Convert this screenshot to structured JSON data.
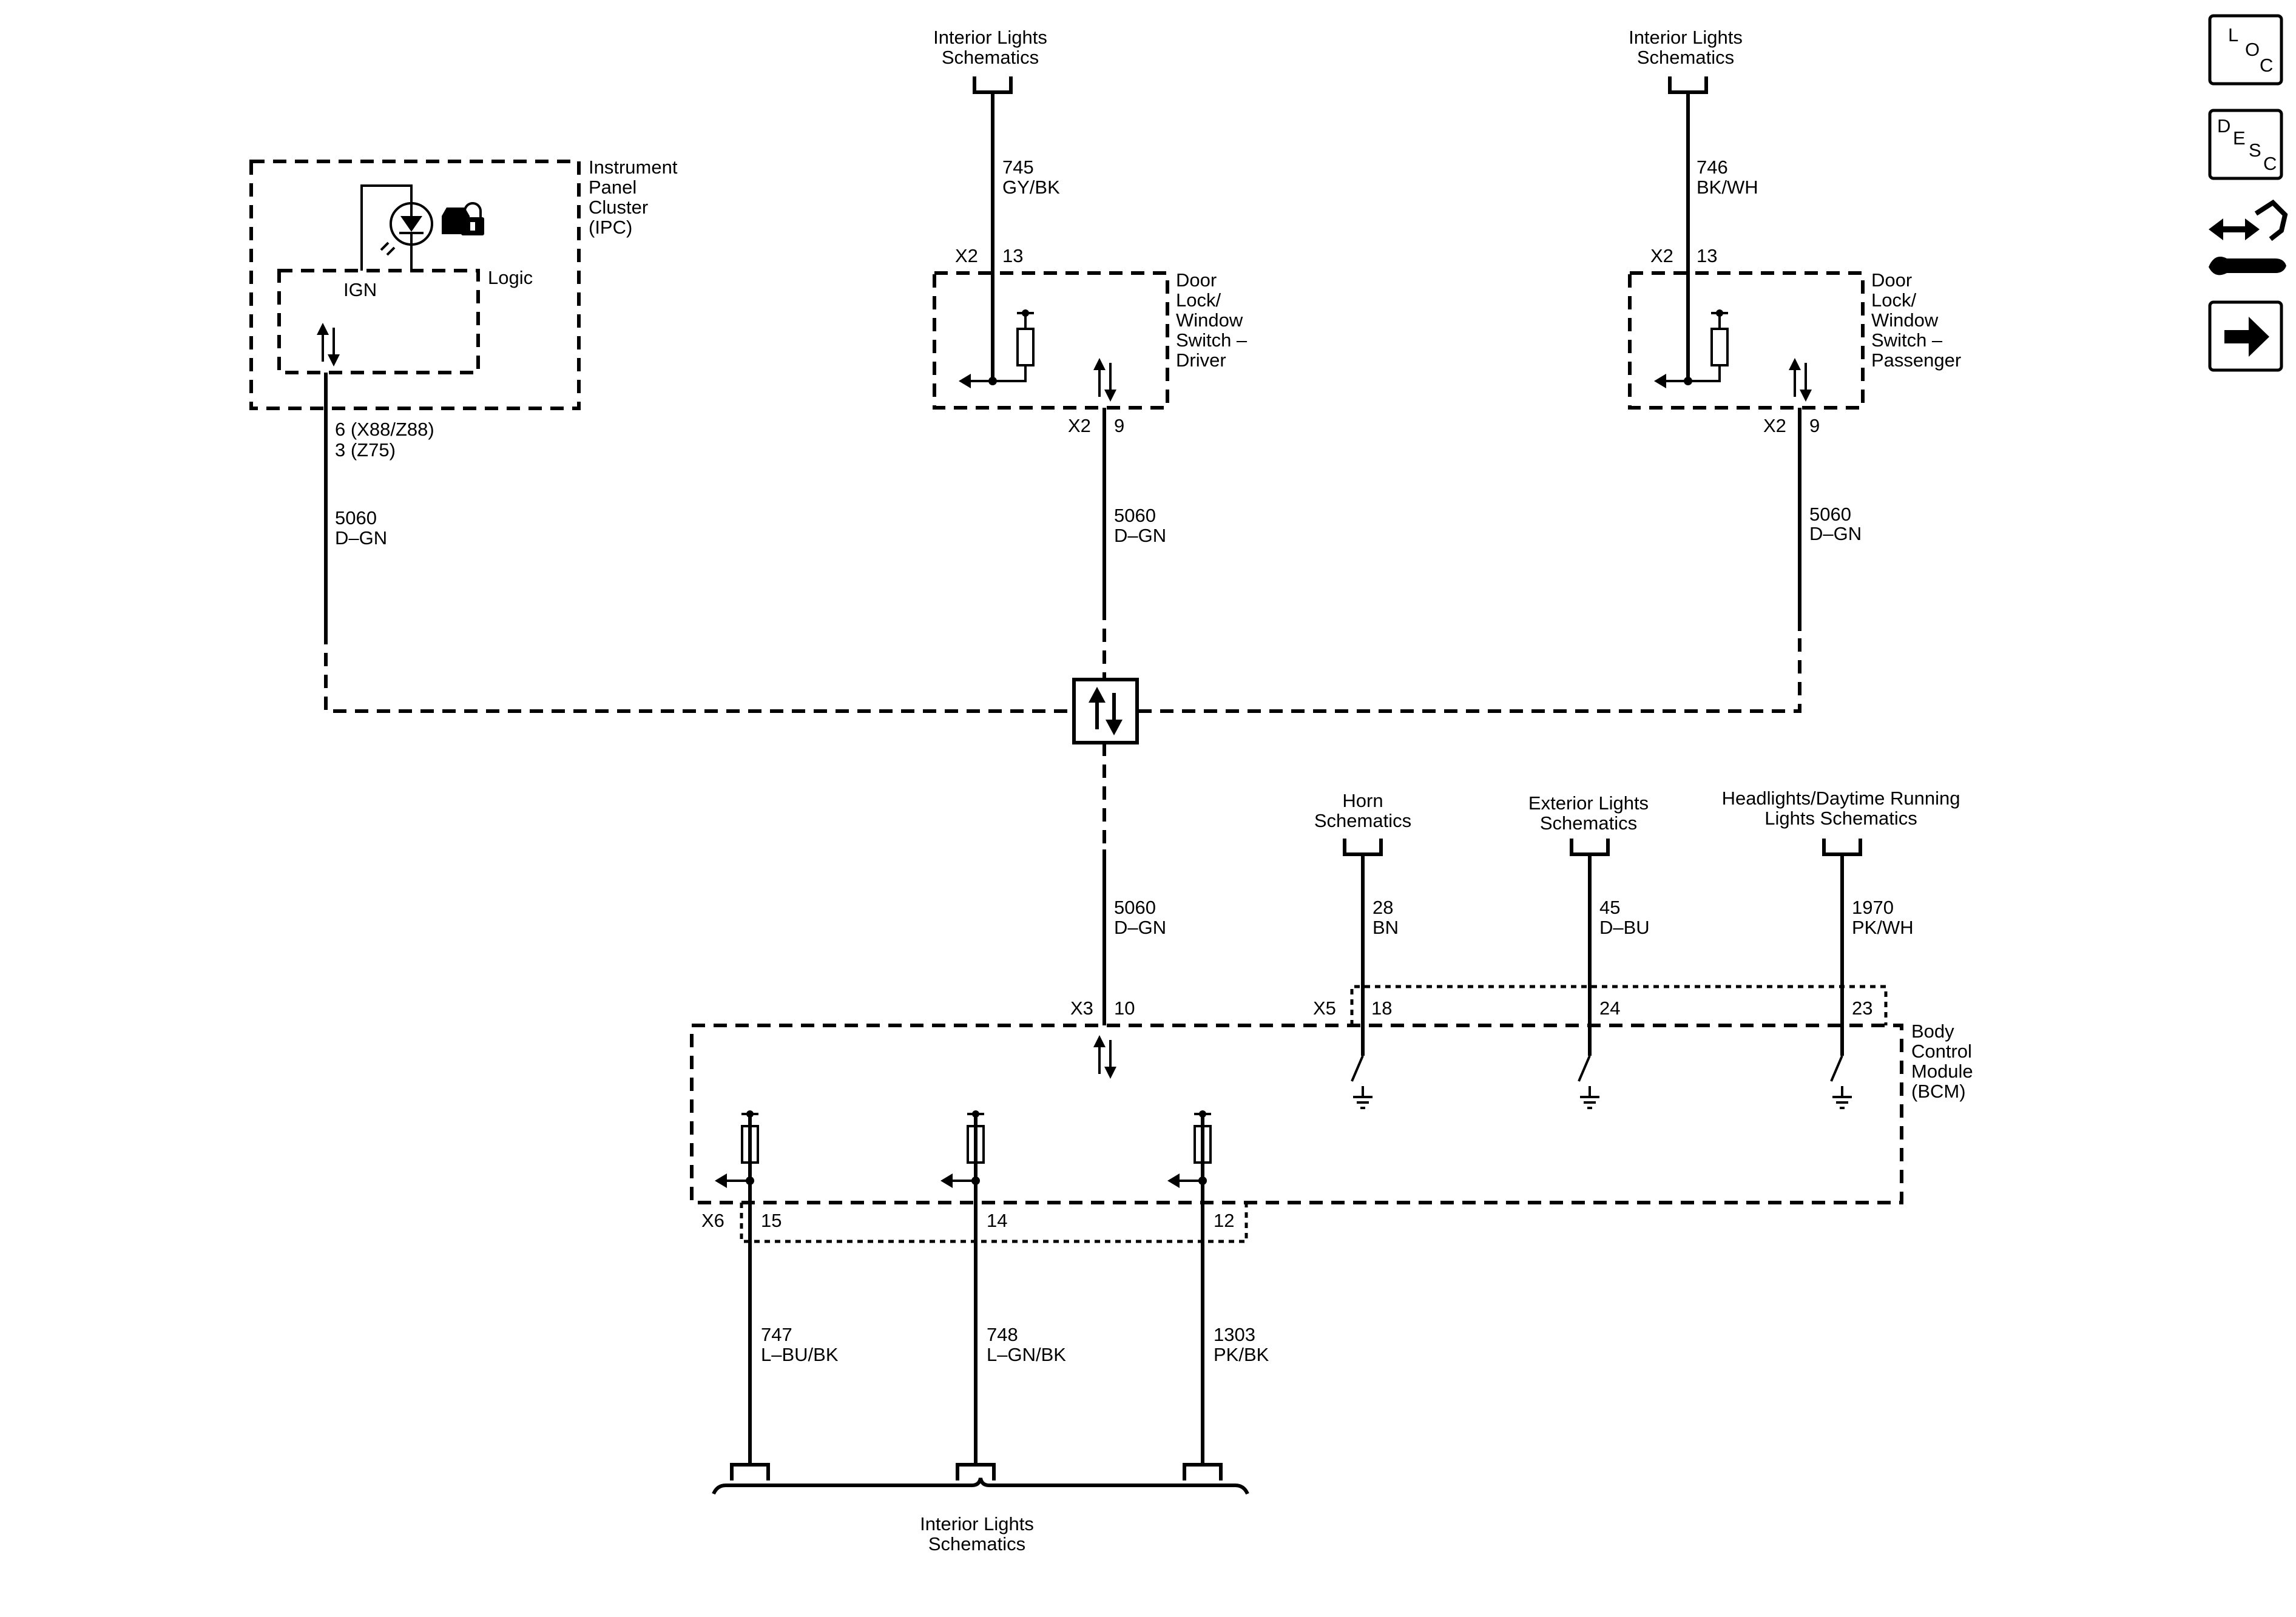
{
  "modules": {
    "ipc": {
      "name": [
        "Instrument",
        "Panel",
        "Cluster",
        "(IPC)"
      ],
      "logic": "Logic",
      "ign": "IGN"
    },
    "door_driver": {
      "name": [
        "Door",
        "Lock/",
        "Window",
        "Switch –",
        "Driver"
      ]
    },
    "door_passenger": {
      "name": [
        "Door",
        "Lock/",
        "Window",
        "Switch –",
        "Passenger"
      ]
    },
    "bcm": {
      "name": [
        "Body",
        "Control",
        "Module",
        "(BCM)"
      ]
    }
  },
  "refs": {
    "interior_top_1": [
      "Interior Lights",
      "Schematics"
    ],
    "interior_top_2": [
      "Interior Lights",
      "Schematics"
    ],
    "horn": [
      "Horn",
      "Schematics"
    ],
    "exterior": [
      "Exterior Lights",
      "Schematics"
    ],
    "headlights": [
      "Headlights/Daytime Running",
      "Lights Schematics"
    ],
    "interior_bottom": [
      "Interior Lights",
      "Schematics"
    ]
  },
  "circuits": {
    "c745": [
      "745",
      "GY/BK"
    ],
    "c746": [
      "746",
      "BK/WH"
    ],
    "c5060_ipc": [
      "5060",
      "D–GN"
    ],
    "c5060_driver": [
      "5060",
      "D–GN"
    ],
    "c5060_passenger": [
      "5060",
      "D–GN"
    ],
    "c5060_bcm": [
      "5060",
      "D–GN"
    ],
    "c28": [
      "28",
      "BN"
    ],
    "c45": [
      "45",
      "D–BU"
    ],
    "c1970": [
      "1970",
      "PK/WH"
    ],
    "c747": [
      "747",
      "L–BU/BK"
    ],
    "c748": [
      "748",
      "L–GN/BK"
    ],
    "c1303": [
      "1303",
      "PK/BK"
    ]
  },
  "pins": {
    "ipc": [
      "6 (X88/Z88)",
      "3 (Z75)"
    ],
    "driver_top_conn": "X2",
    "driver_top_pin": "13",
    "driver_bot_conn": "X2",
    "driver_bot_pin": "9",
    "pass_top_conn": "X2",
    "pass_top_pin": "13",
    "pass_bot_conn": "X2",
    "pass_bot_pin": "9",
    "bcm_x3_conn": "X3",
    "bcm_x3_pin": "10",
    "bcm_x5_conn": "X5",
    "bcm_x5_18": "18",
    "bcm_x5_24": "24",
    "bcm_x5_23": "23",
    "bcm_x6_conn": "X6",
    "bcm_x6_15": "15",
    "bcm_x6_14": "14",
    "bcm_x6_12": "12"
  },
  "sidebar": {
    "loc": [
      "L",
      "O",
      "C"
    ],
    "desc": [
      "D",
      "E",
      "S",
      "C"
    ]
  },
  "icons": {
    "bulb": "indicator-lamp-icon",
    "lock": "vehicle-lock-icon",
    "serial": "serial-data-icon",
    "connector_views": "connector-views-icon",
    "next": "next-arrow-icon"
  }
}
